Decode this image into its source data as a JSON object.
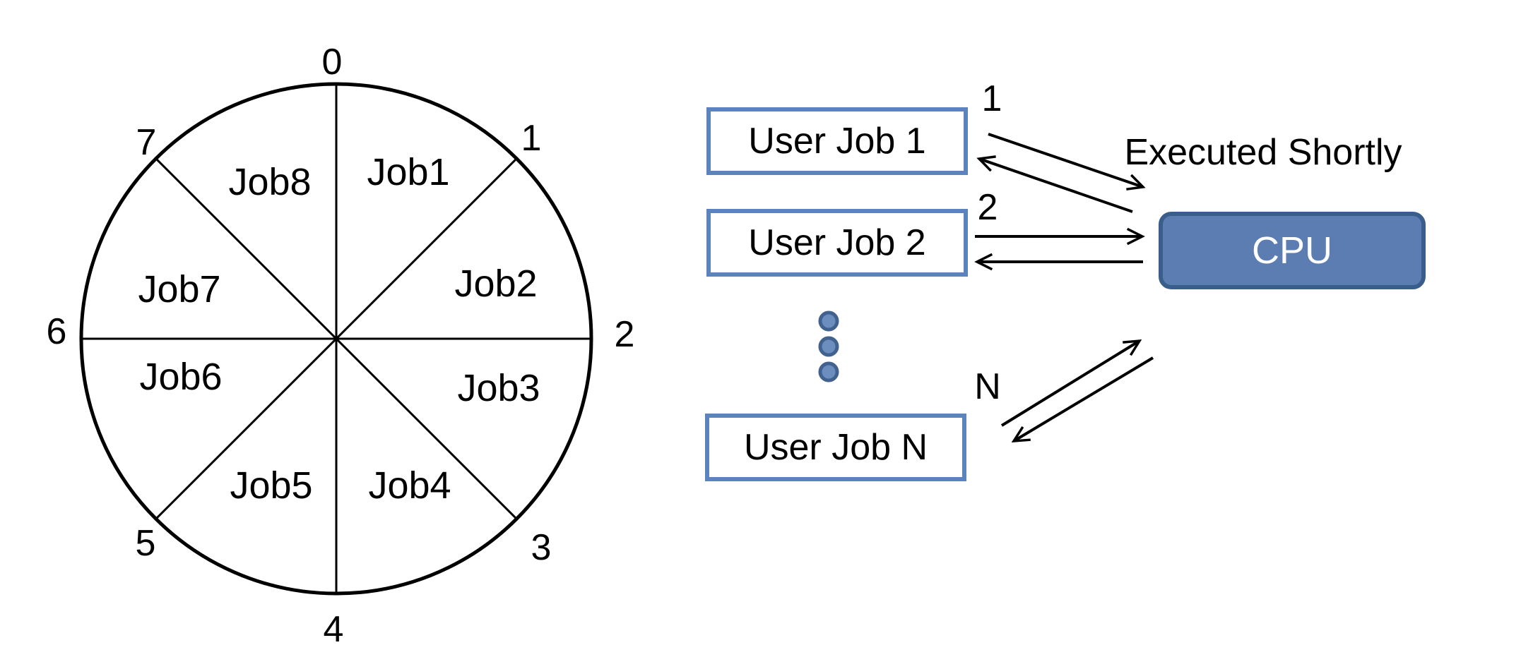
{
  "wheel": {
    "tick_labels": [
      "0",
      "1",
      "2",
      "3",
      "4",
      "5",
      "6",
      "7"
    ],
    "slices": [
      "Job1",
      "Job2",
      "Job3",
      "Job4",
      "Job5",
      "Job6",
      "Job7",
      "Job8"
    ]
  },
  "jobs": [
    {
      "label": "User Job 1",
      "number": "1"
    },
    {
      "label": "User Job 2",
      "number": "2"
    },
    {
      "label": "User Job N",
      "number": "N"
    }
  ],
  "cpu": {
    "label": "CPU"
  },
  "annotation": {
    "text": "Executed Shortly"
  },
  "colors": {
    "line": "#000000",
    "box_border": "#5B84BE",
    "cpu_fill": "#5B7DB1",
    "cpu_border": "#3A5E8C",
    "dot_fill": "#6C8EBF",
    "dot_ring": "#41618E"
  }
}
